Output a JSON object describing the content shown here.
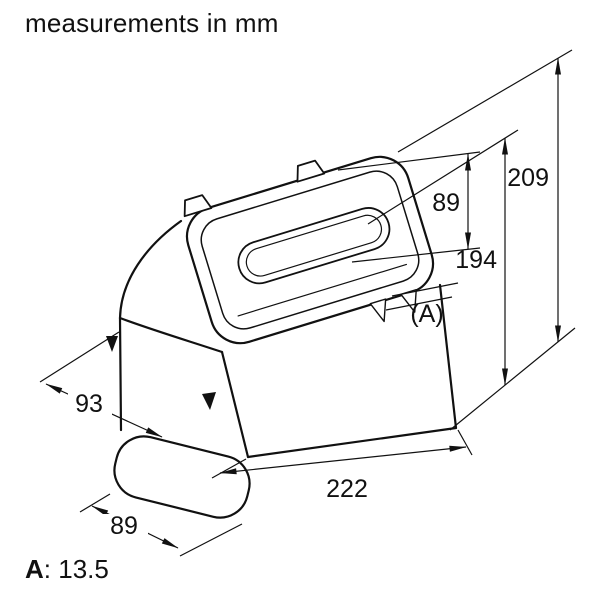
{
  "page": {
    "units_note": "measurements in mm"
  },
  "footnote": {
    "key": "A",
    "value": ": 13.5"
  },
  "dimensions": {
    "total_height": "209",
    "upper_height": "194",
    "opening_height": "89",
    "note_ref": "(A)",
    "duct_depth": "93",
    "duct_width": "222",
    "flange_depth": "89"
  },
  "colors": {
    "line": "#111111",
    "background": "#ffffff"
  }
}
